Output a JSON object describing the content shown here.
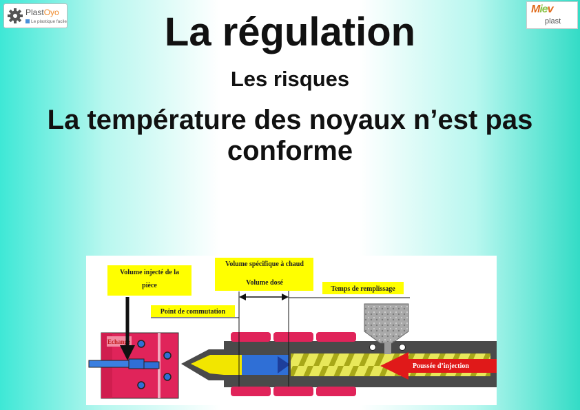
{
  "logos": {
    "left": {
      "name_part1": "Plast",
      "name_part2": "Oyo",
      "tagline": "Le plastique facile"
    },
    "right": {
      "mark_part1": "M",
      "mark_part2": "ie",
      "mark_part3": "v",
      "sub": "plast"
    }
  },
  "header": {
    "title": "La régulation",
    "subtitle": "Les risques",
    "headline": "La température des noyaux n’est pas conforme"
  },
  "diagram": {
    "labels": {
      "volume_injecte_line1": "Volume injecté de la",
      "volume_injecte_line2": "pièce",
      "volume_specifique": "Volume spécifique à chaud",
      "volume_dose": "Volume dosé",
      "temps_remplissage": "Temps de remplissage",
      "point_commutation": "Point de commutation",
      "echange": "Echange",
      "poussee_injection": "Poussée d’injection"
    },
    "colors": {
      "label_box": "#ffff00",
      "heater_bands": "#e0245a",
      "barrel": "#4a4a4a",
      "melt": "#f2e600",
      "screw": "#cfcf2a",
      "plunger": "#2f6fd6",
      "mould": "#e0245a",
      "arrow": "#e01919",
      "hopper": "#9a9a9a"
    }
  }
}
